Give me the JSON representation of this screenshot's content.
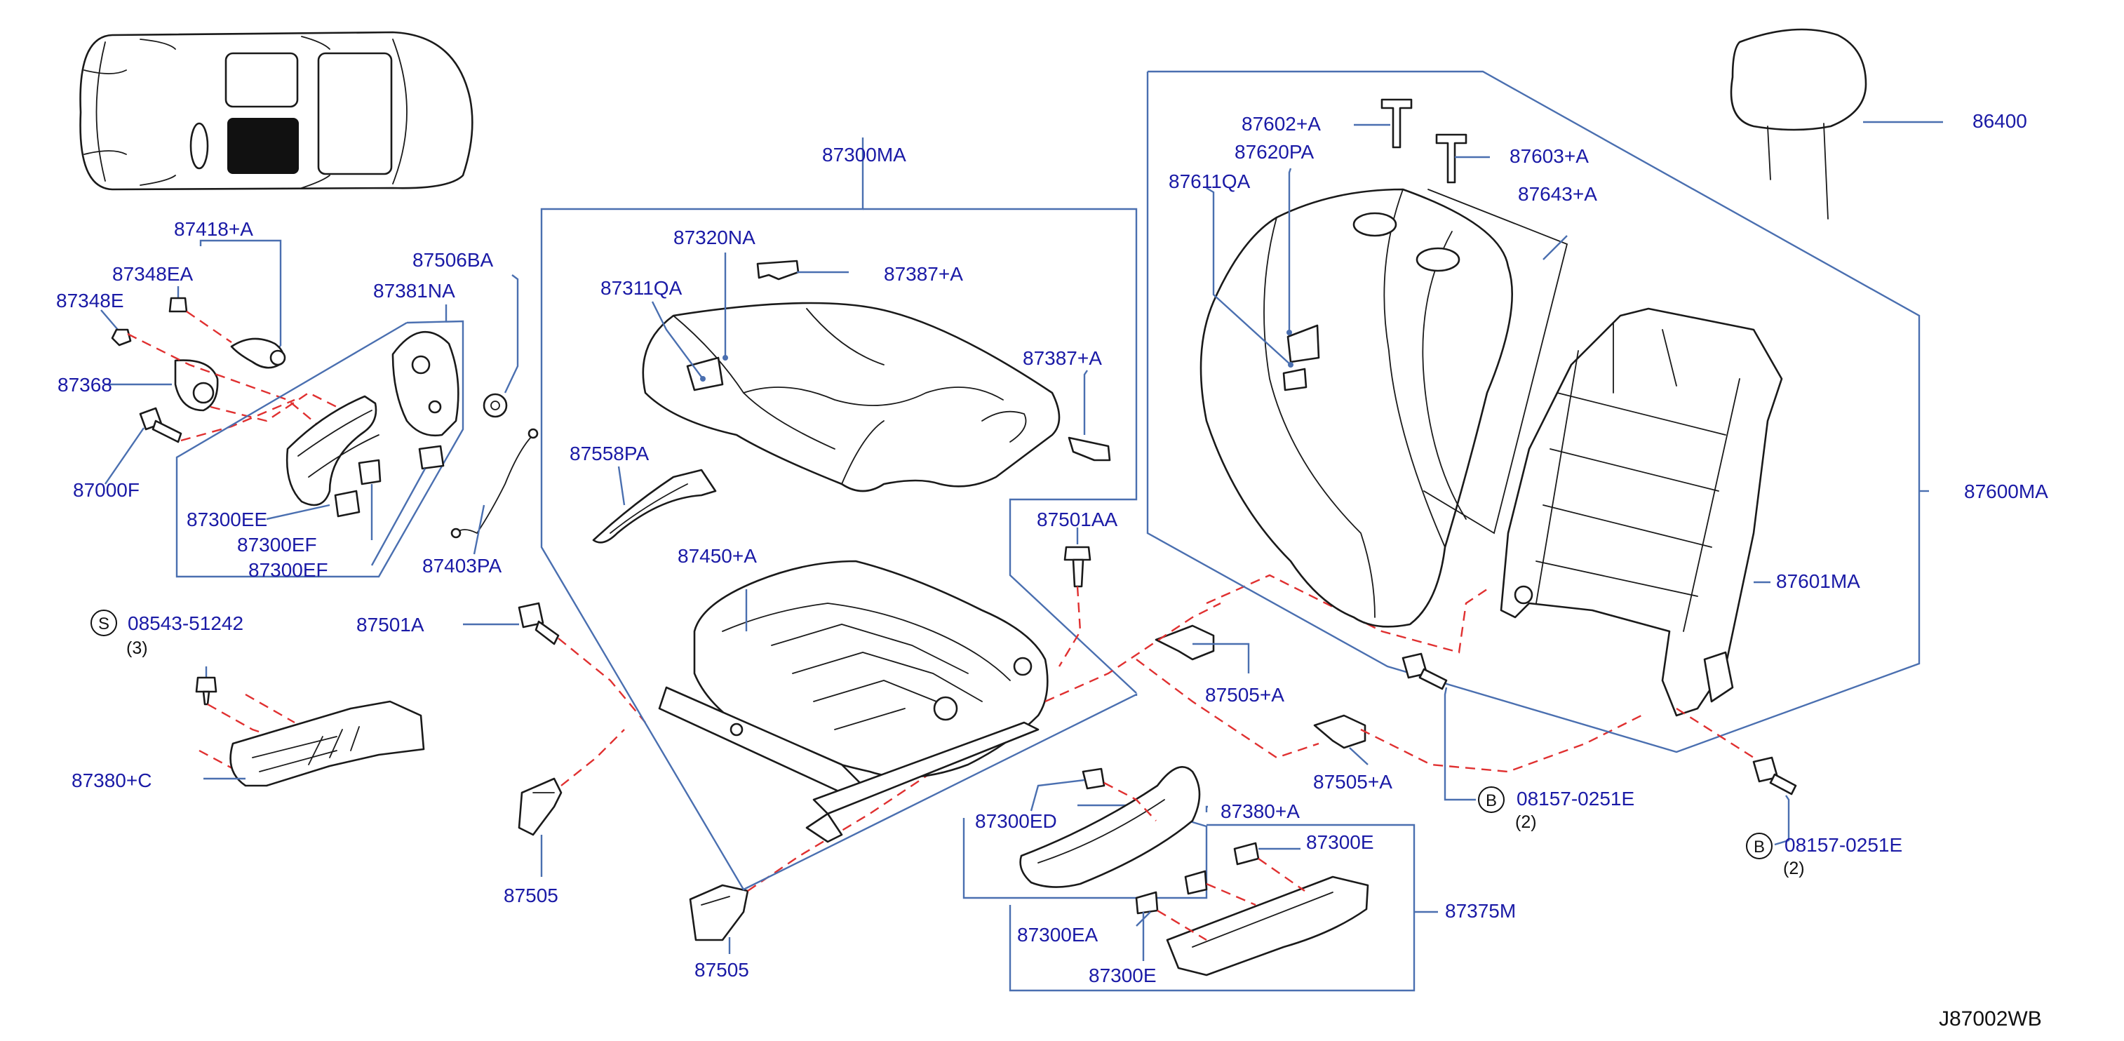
{
  "diagram_code": "J87002WB",
  "labels": {
    "p87418A": "87418+A",
    "p87348EA": "87348EA",
    "p87348E": "87348E",
    "p87368": "87368",
    "p87000F": "87000F",
    "p87381NA": "87381NA",
    "p87506BA": "87506BA",
    "p87300EE": "87300EE",
    "p87300EF_a": "87300EF",
    "p87300EF_b": "87300EF",
    "p87403PA": "87403PA",
    "p08543": "08543-51242",
    "p08543_qty": "(3)",
    "p87501A": "87501A",
    "p87380C": "87380+C",
    "p87505_a": "87505",
    "p87505_b": "87505",
    "p87300MA": "87300MA",
    "p87320NA": "87320NA",
    "p87387A_a": "87387+A",
    "p87311QA": "87311QA",
    "p87387A_b": "87387+A",
    "p87558PA": "87558PA",
    "p87450A": "87450+A",
    "p87501AA": "87501AA",
    "p87505A_a": "87505+A",
    "p87505A_b": "87505+A",
    "p87300ED": "87300ED",
    "p87380A": "87380+A",
    "p87300E_a": "87300E",
    "p87300EA": "87300EA",
    "p87300E_b": "87300E",
    "p87375M": "87375M",
    "p87602A": "87602+A",
    "p87620PA": "87620PA",
    "p87611QA": "87611QA",
    "p87603A": "87603+A",
    "p87643A": "87643+A",
    "p86400": "86400",
    "p87600MA": "87600MA",
    "p87601MA": "87601MA",
    "p08157_a": "08157-0251E",
    "p08157_a_qty": "(2)",
    "p08157_b": "08157-0251E",
    "p08157_b_qty": "(2)"
  },
  "symbols": {
    "screw_symbol": "S",
    "bolt_symbol_a": "B",
    "bolt_symbol_b": "B"
  },
  "colors": {
    "label": "#1a1aa6",
    "leader": "#4a6fb0",
    "dashed_guide": "#e03030",
    "highlight_seat": "#111111"
  }
}
